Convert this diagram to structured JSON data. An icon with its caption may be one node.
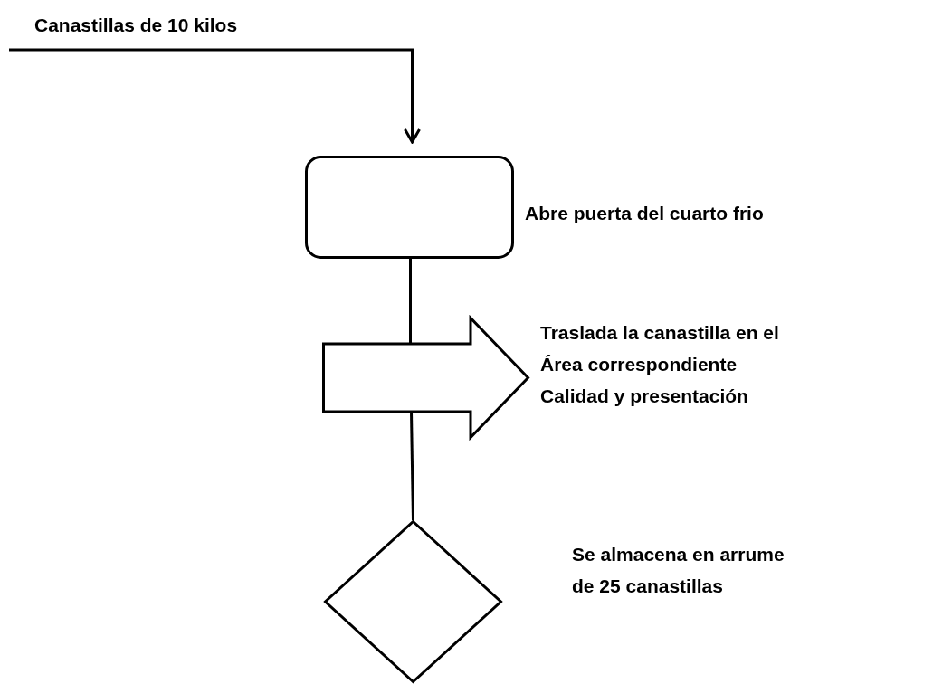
{
  "diagram": {
    "nodes": [
      {
        "text": [
          "Canastillas de 10 kilos"
        ]
      },
      {
        "text": [],
        "shape": "box",
        "beside": [
          "Abre puerta del cuarto frio"
        ]
      },
      {
        "text": [],
        "shape": "arrow",
        "beside": [
          "Traslada la canastilla en el Área correspondiente Calidad y presentación"
        ]
      },
      {
        "text": [],
        "shape": "diamond",
        "beside": [
          "Se almacena en arrume de 25 canastillas"
        ]
      }
    ],
    "edges": [
      {
        "from": 0,
        "to": 1,
        "arrow": "to"
      },
      {
        "from": 1,
        "to": 2,
        "arrow": "none"
      },
      {
        "from": 2,
        "to": 3,
        "arrow": "none"
      }
    ]
  }
}
